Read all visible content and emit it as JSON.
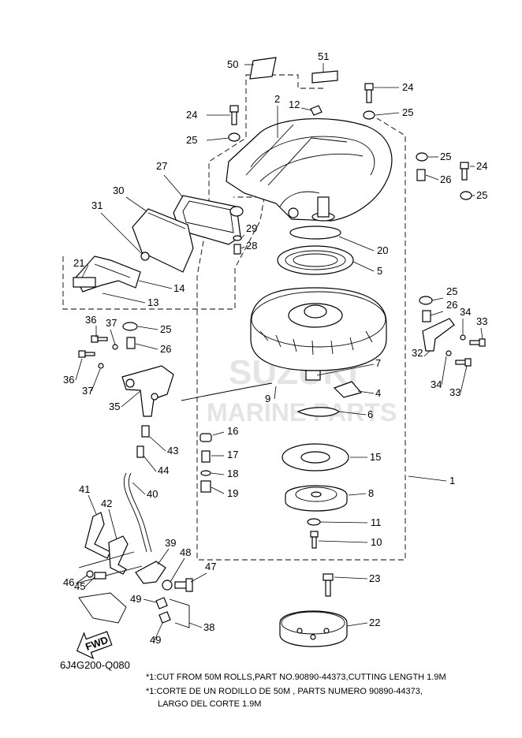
{
  "diagram": {
    "code": "6J4G200-Q080",
    "fwd_label": "FWD",
    "watermark_line1": "SUZUKI",
    "watermark_line2": "MARINE PARTS",
    "notes": [
      "*1:CUT FROM 50M ROLLS,PART NO.90890-44373,CUTTING LENGTH 1.9M",
      "*1:CORTE DE UN RODILLO DE 50M , PARTS NUMERO 90890-44373,",
      "LARGO DEL CORTE 1.9M"
    ],
    "callouts": [
      "50",
      "51",
      "24",
      "2",
      "12",
      "25",
      "24",
      "25",
      "27",
      "25",
      "24",
      "26",
      "25",
      "30",
      "31",
      "29",
      "28",
      "20",
      "5",
      "21",
      "14",
      "13",
      "25",
      "36",
      "37",
      "26",
      "25",
      "26",
      "34",
      "33",
      "36",
      "37",
      "32",
      "34",
      "33",
      "35",
      "7",
      "4",
      "9",
      "6",
      "16",
      "43",
      "17",
      "15",
      "44",
      "18",
      "40",
      "19",
      "1",
      "8",
      "41",
      "42",
      "11",
      "10",
      "39",
      "48",
      "47",
      "46",
      "45",
      "23",
      "49",
      "22",
      "38",
      "49"
    ]
  }
}
